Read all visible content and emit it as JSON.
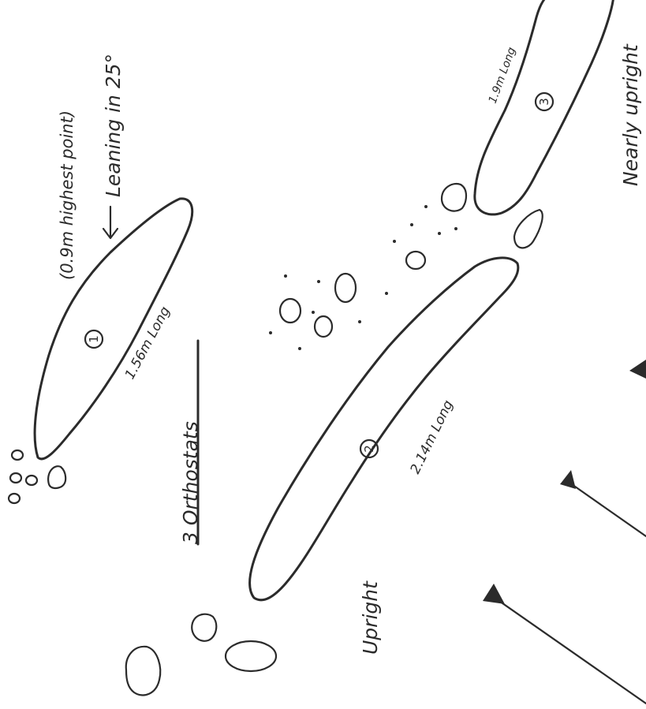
{
  "diagram": {
    "title": "3 Orthostats",
    "orthostats": [
      {
        "number": "1",
        "length_label": "1.56m Long",
        "height_note": "(0.9m highest point)",
        "status": "Leaning in 25°"
      },
      {
        "number": "2",
        "length_label": "2.14m Long",
        "status": "Upright"
      },
      {
        "number": "3",
        "length_label": "1.9m Long",
        "status": "Nearly upright"
      }
    ]
  },
  "colors": {
    "ink": "#2b2b2b",
    "paper": "#ffffff"
  }
}
